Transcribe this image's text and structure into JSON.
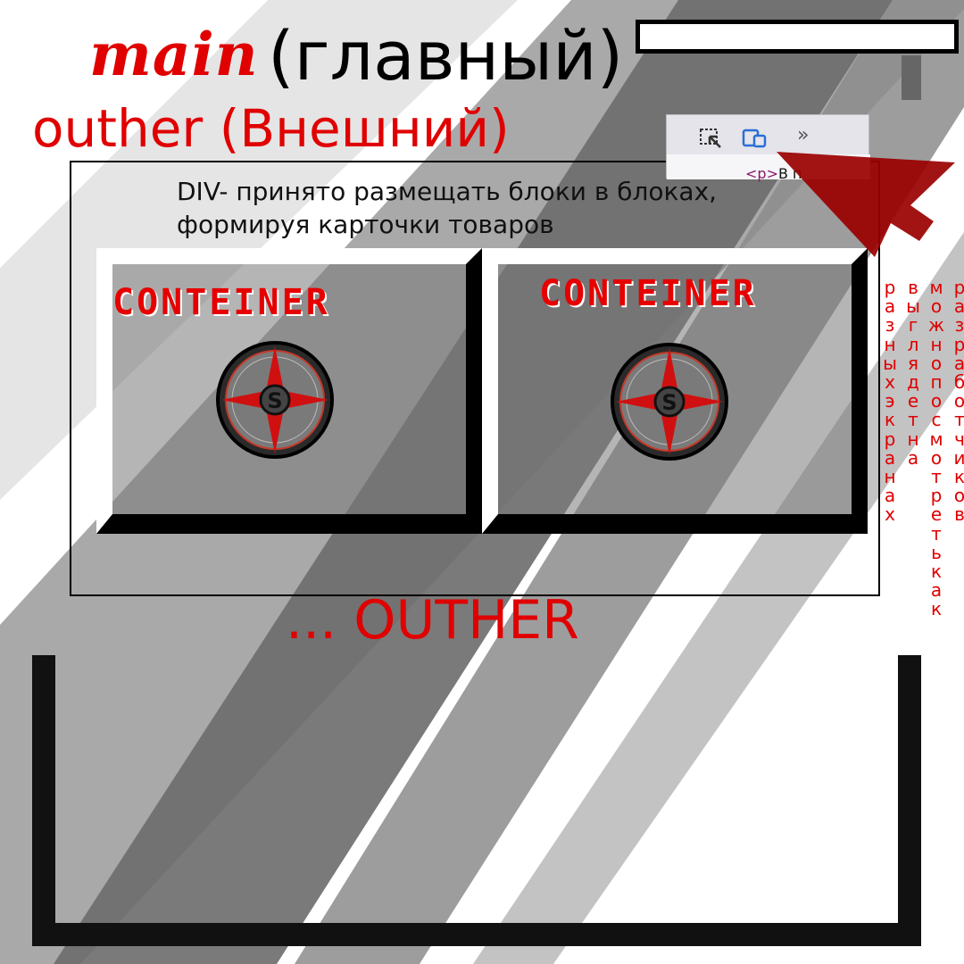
{
  "header": {
    "main_word": "main",
    "main_rest": "(главный)",
    "outer_label": "outher (Внешний)"
  },
  "devtools": {
    "icons": [
      "inspect-icon",
      "device-toolbar-icon",
      "more-icon"
    ],
    "more_glyph": "»",
    "code_tag": "<p>",
    "code_text": "В п"
  },
  "outer_block": {
    "description": "DIV- принято размещать блоки в блоках, формируя карточки товаров",
    "end_label": "... OUTHER"
  },
  "cards": [
    {
      "title": "CONTEINER",
      "logo_letter": "S",
      "logo_icon": "compass-logo-icon"
    },
    {
      "title": "CONTEINER",
      "logo_letter": "S",
      "logo_icon": "compass-logo-icon"
    }
  ],
  "vertical_note": {
    "columns": [
      "разных экранах",
      "выглядетна",
      "можно посмотреть как",
      "разработчиков"
    ]
  },
  "colors": {
    "accent": "#e00000",
    "dark_arrow": "#9a0000",
    "stripe_dark": "#6e6e6e",
    "stripe_light": "#b5b5b5"
  }
}
